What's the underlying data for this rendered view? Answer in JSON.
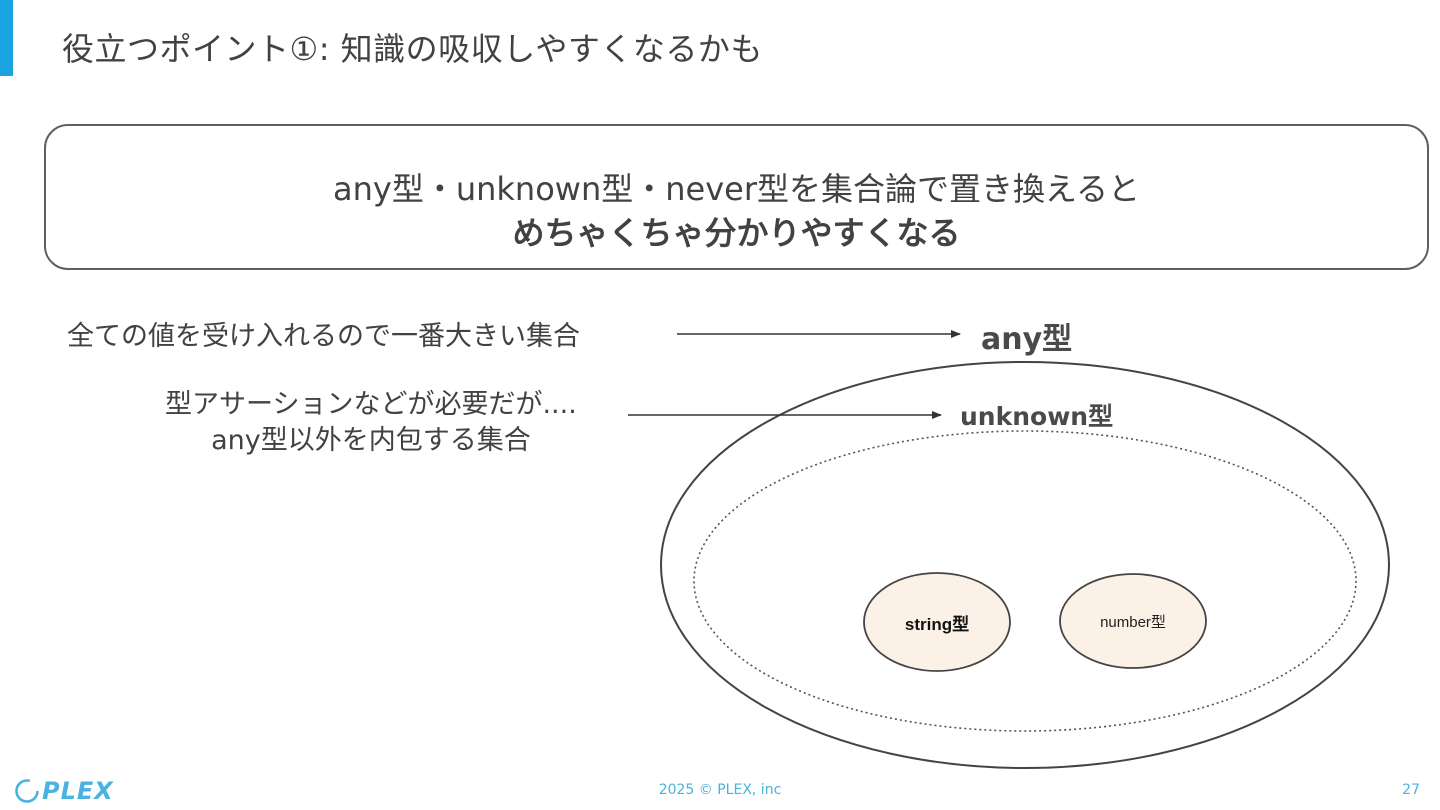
{
  "colors": {
    "accent": "#1ba3e0",
    "text": "#424242",
    "inner_fill": "#fcf1e6",
    "footer": "#4ab2e0"
  },
  "slide": {
    "title": "役立つポイント①: 知識の吸収しやすくなるかも",
    "page_number": "27"
  },
  "callout": {
    "line1": "any型・unknown型・never型を集合論で置き換えると",
    "line2": "めちゃくちゃ分かりやすくなる"
  },
  "descriptions": {
    "any": "全ての値を受け入れるので一番大きい集合",
    "unknown_line1": "型アサーションなどが必要だが....",
    "unknown_line2": "any型以外を内包する集合"
  },
  "diagram": {
    "any_label": "any型",
    "unknown_label": "unknown型",
    "string_label": "string型",
    "number_label": "number型"
  },
  "footer": {
    "logo_text": "PLEX",
    "copyright": "2025 © PLEX, inc"
  }
}
